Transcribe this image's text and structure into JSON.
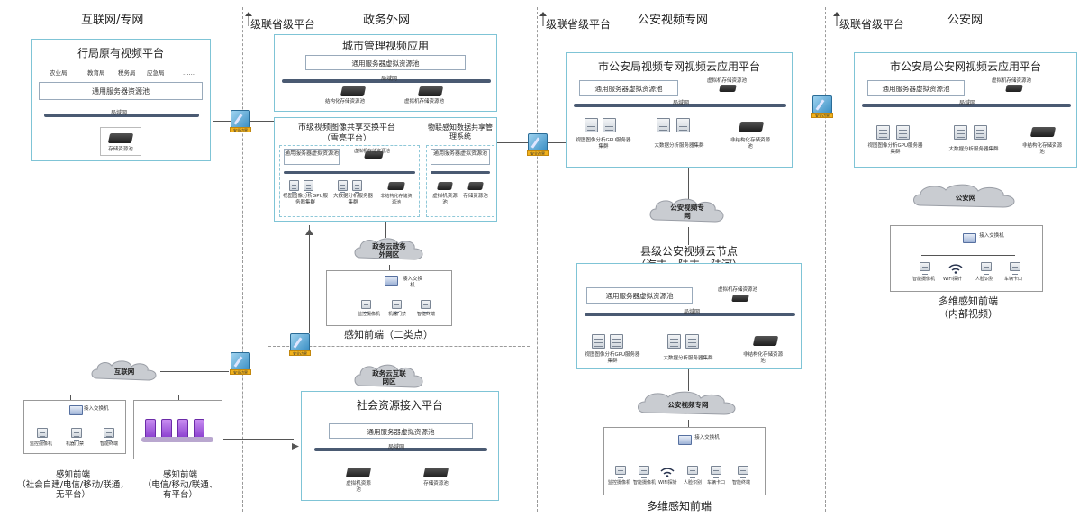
{
  "columns": {
    "internet": "互联网/专网",
    "gov": "政务外网",
    "police_video": "公安视频专网",
    "police": "公安网"
  },
  "cascade": {
    "a": "级联省级平台",
    "b": "级联省级平台",
    "c": "级联省级平台"
  },
  "internet": {
    "platform_title": "行局原有视频平台",
    "bureaus": [
      "农业局",
      "教育局",
      "税务局",
      "应急局",
      "……"
    ],
    "pool": "通用服务器资源池",
    "storage": "存储资源池",
    "cloud": "互联网",
    "access_switch": "接入交换机",
    "devices": [
      "监控摄像机",
      "机器门禁",
      "智能终端"
    ],
    "front1": "感知前端\n（社会自建/电信/移动/联通，\n无平台）",
    "front2": "感知前端\n（电信/移动/联通、\n有平台）"
  },
  "gov": {
    "city_app_title": "城市管理视频应用",
    "city_pool": "通用服务器虚拟资源池",
    "city_storage1": "结构化存储资源池",
    "city_storage2": "虚拟机存储资源池",
    "exchange_title": "市级视频图像共享交换平台",
    "exchange_subtitle": "（雪亮平台）",
    "exchange_pool": "通用服务器虚拟资源池",
    "exchange_vm": "虚拟机存储资源池",
    "exchange_items": [
      "视图图像分析GPU服务器集群",
      "大数据分析服务器集群",
      "非结构化存储资源池"
    ],
    "iot_title": "物联感知数据共享管理系统",
    "iot_pool": "通用服务器虚拟资源池",
    "iot_items": [
      "虚拟机资源池",
      "存储资源池"
    ],
    "cloud1": "政务云政务外网区",
    "front_switch": "接入交换机",
    "front_devices": [
      "监控摄像机",
      "机器门禁",
      "智能终端"
    ],
    "front_label": "感知前端（二类点）",
    "cloud2": "政务云互联网区",
    "social_title": "社会资源接入平台",
    "social_pool": "通用服务器虚拟资源池",
    "social_items": [
      "虚拟机资源池",
      "存储资源池"
    ]
  },
  "police_video": {
    "platform_title": "市公安局视频专网视频云应用平台",
    "pool": "通用服务器虚拟资源池",
    "vm": "虚拟机存储资源池",
    "items": [
      "视图图像分析GPU服务器集群",
      "大数据分析服务器集群",
      "非结构化存储资源池"
    ],
    "cloud1": "公安视频专网",
    "county_title": "县级公安视频云节点",
    "county_subtitle": "（海丰、陆丰、陆河）",
    "county_pool": "通用服务器虚拟资源池",
    "county_vm": "虚拟机存储资源池",
    "county_items": [
      "视图图像分析GPU服务器集群",
      "大数据分析服务器集群",
      "非结构化存储资源池"
    ],
    "cloud2": "公安视频专网",
    "front_switch": "接入交换机",
    "front_devices": [
      "监控摄像机",
      "智能摄像机",
      "WIFI探针",
      "人脸识别",
      "车辆卡口",
      "智能终端"
    ],
    "front_label": "多维感知前端"
  },
  "police": {
    "platform_title": "市公安局公安网视频云应用平台",
    "pool": "通用服务器虚拟资源池",
    "vm": "虚拟机存储资源池",
    "items": [
      "视图图像分析GPU服务器集群",
      "大数据分析服务器集群",
      "非结构化存储资源池"
    ],
    "cloud": "公安网",
    "front_switch": "接入交换机",
    "front_devices": [
      "智能摄像机",
      "WIFI探针",
      "人脸识别",
      "车辆卡口"
    ],
    "front_label": "多维感知前端\n（内部视频）"
  },
  "common": {
    "bus": "局域网",
    "firewall_tag": "安全边界"
  }
}
